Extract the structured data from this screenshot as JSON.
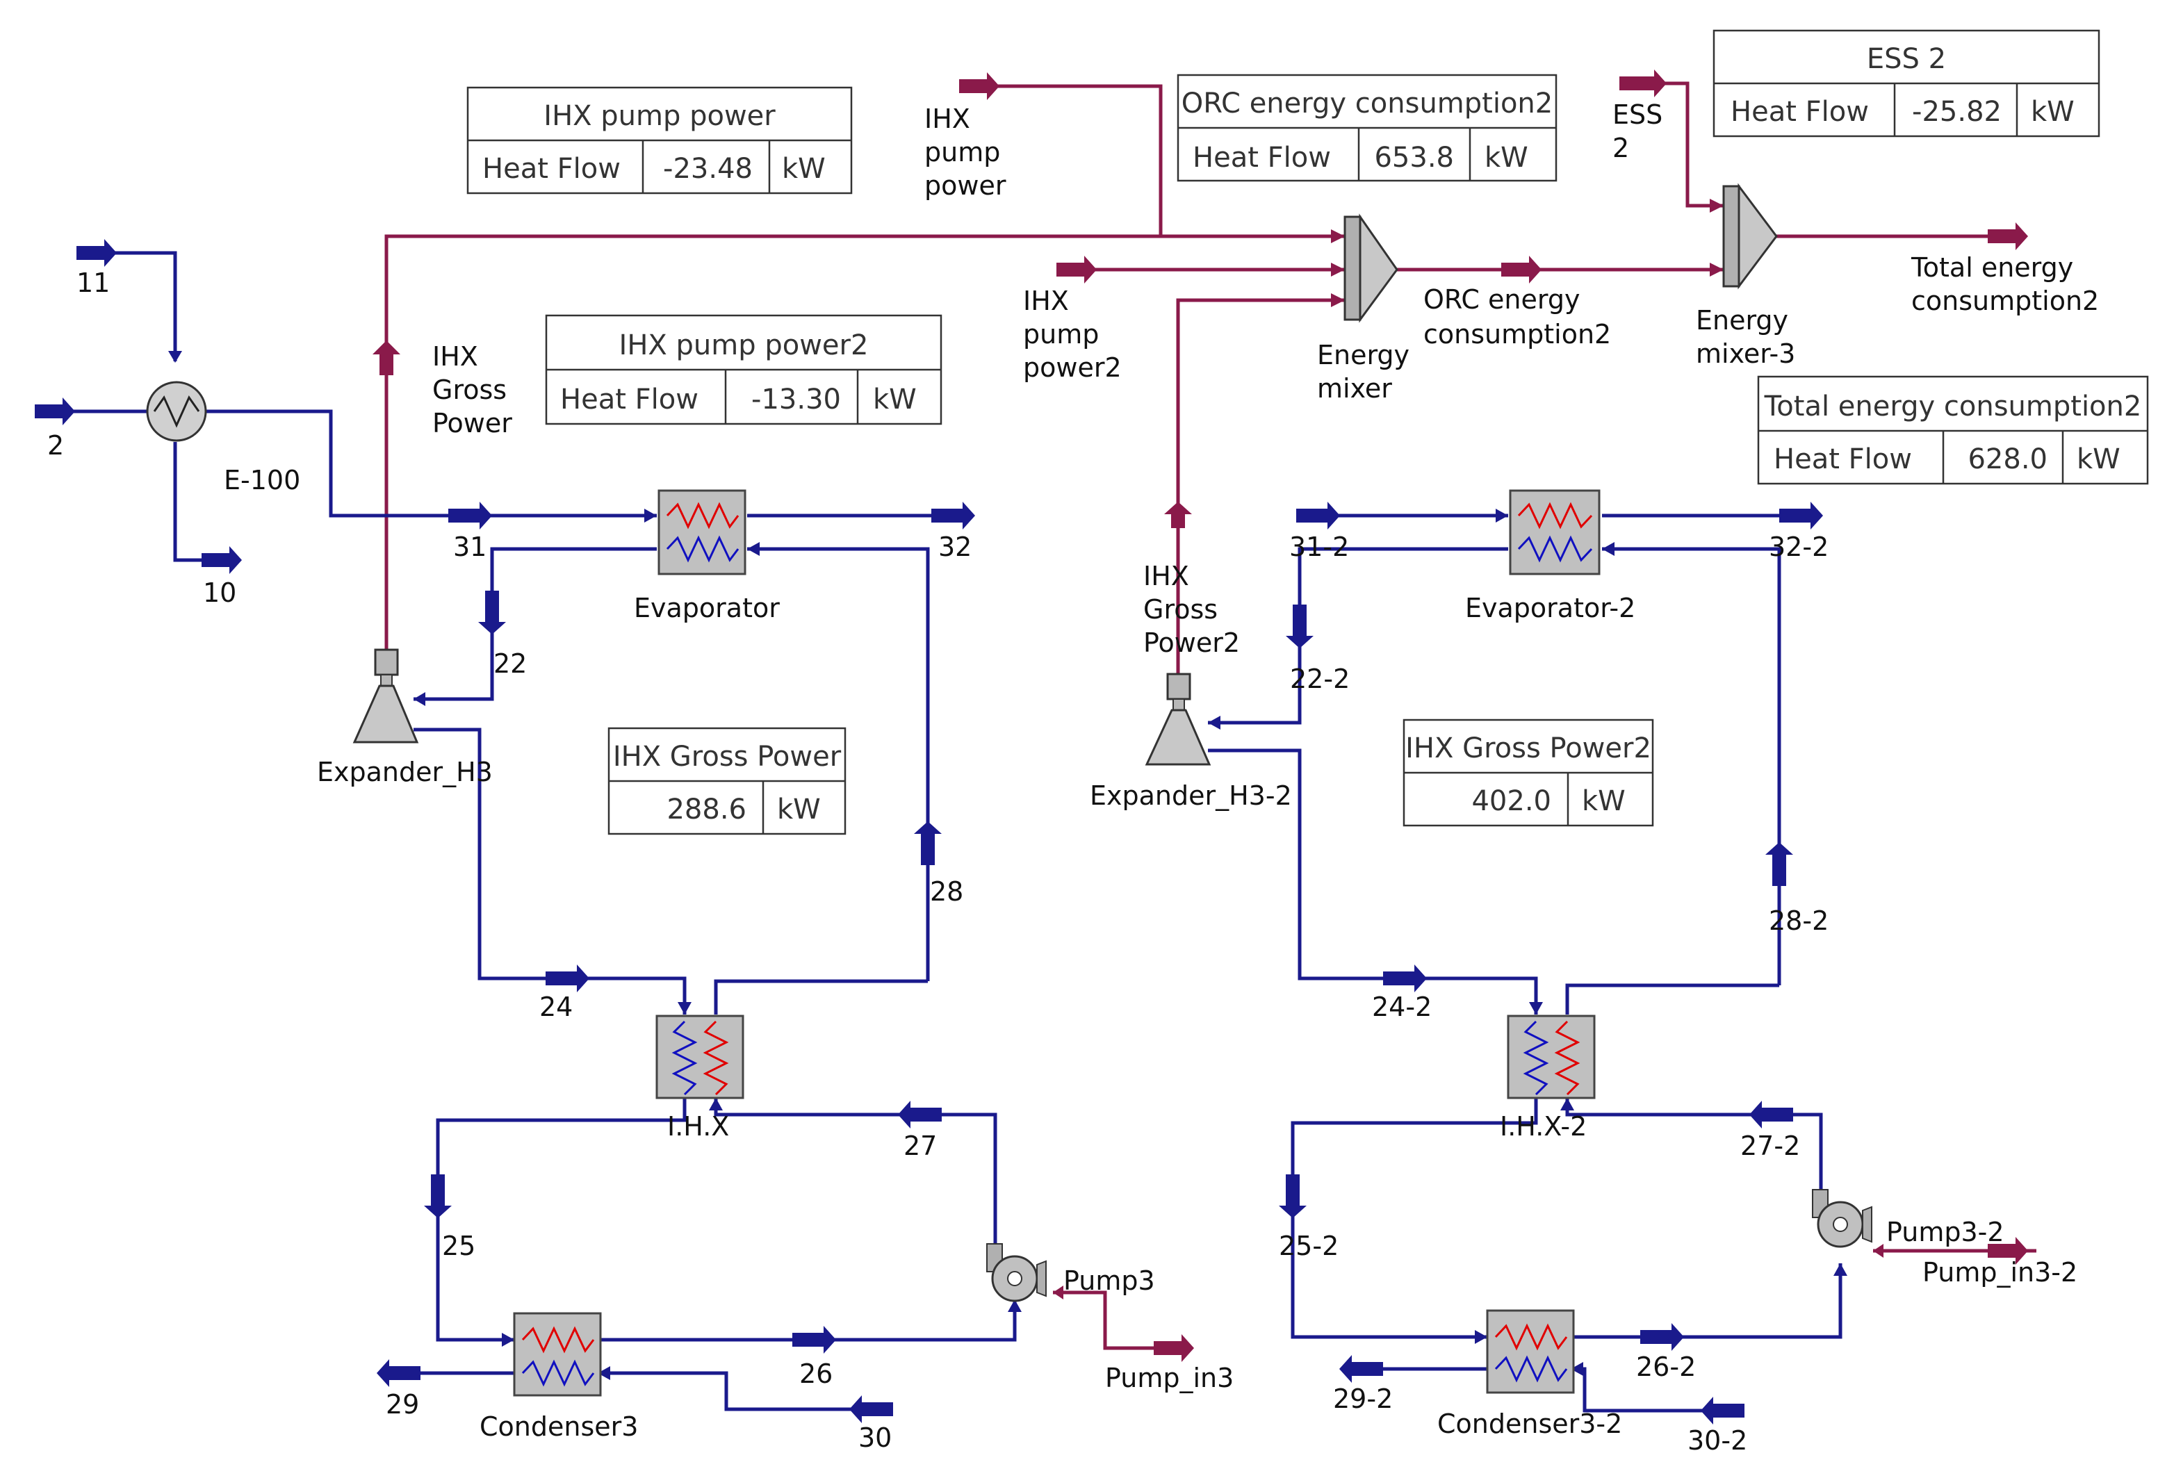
{
  "streams": {
    "s11": "11",
    "s2": "2",
    "s10": "10",
    "e100": "E-100",
    "s31": "31",
    "s32": "32",
    "s22": "22",
    "s24": "24",
    "s25": "25",
    "s26": "26",
    "s27": "27",
    "s28": "28",
    "s29": "29",
    "s30": "30",
    "s31_2": "31-2",
    "s32_2": "32-2",
    "s22_2": "22-2",
    "s24_2": "24-2",
    "s25_2": "25-2",
    "s26_2": "26-2",
    "s27_2": "27-2",
    "s28_2": "28-2",
    "s29_2": "29-2",
    "s30_2": "30-2"
  },
  "units": {
    "evaporator": "Evaporator",
    "evaporator2": "Evaporator-2",
    "expander": "Expander_H3",
    "expander2": "Expander_H3-2",
    "ihx": "I.H.X",
    "ihx2": "I.H.X-2",
    "condenser": "Condenser3",
    "condenser2": "Condenser3-2",
    "pump": "Pump3",
    "pump2": "Pump3-2",
    "pump_in": "Pump_in3",
    "pump_in2": "Pump_in3-2",
    "mixer_l1": "Energy",
    "mixer_l2": "mixer",
    "mixer3_l1": "Energy",
    "mixer3_l2": "mixer-3"
  },
  "energy_streams": {
    "ihx_gross_l1": "IHX",
    "ihx_gross_l2": "Gross",
    "ihx_gross_l3": "Power",
    "ihx_gross2_l1": "IHX",
    "ihx_gross2_l2": "Gross",
    "ihx_gross2_l3": "Power2",
    "pump_power_l1": "IHX",
    "pump_power_l2": "pump",
    "pump_power_l3": "power",
    "pump_power2_l1": "IHX",
    "pump_power2_l2": "pump",
    "pump_power2_l3": "power2",
    "ess2_l1": "ESS",
    "ess2_l2": "2",
    "orc_l1": "ORC energy",
    "orc_l2": "consumption2",
    "total_l1": "Total energy",
    "total_l2": "consumption2"
  },
  "tables": {
    "ihx_pump_power": {
      "title": "IHX pump power",
      "label": "Heat Flow",
      "value": "-23.48",
      "unit": "kW"
    },
    "orc_energy": {
      "title": "ORC energy consumption2",
      "label": "Heat Flow",
      "value": "653.8",
      "unit": "kW"
    },
    "ess2": {
      "title": "ESS 2",
      "label": "Heat Flow",
      "value": "-25.82",
      "unit": "kW"
    },
    "ihx_pump_power2": {
      "title": "IHX pump power2",
      "label": "Heat Flow",
      "value": "-13.30",
      "unit": "kW"
    },
    "total_energy": {
      "title": "Total energy consumption2",
      "label": "Heat Flow",
      "value": "628.0",
      "unit": "kW"
    },
    "ihx_gross_power": {
      "title": "IHX Gross Power",
      "value": "288.6",
      "unit": "kW"
    },
    "ihx_gross_power2": {
      "title": "IHX Gross Power2",
      "value": "402.0",
      "unit": "kW"
    }
  }
}
